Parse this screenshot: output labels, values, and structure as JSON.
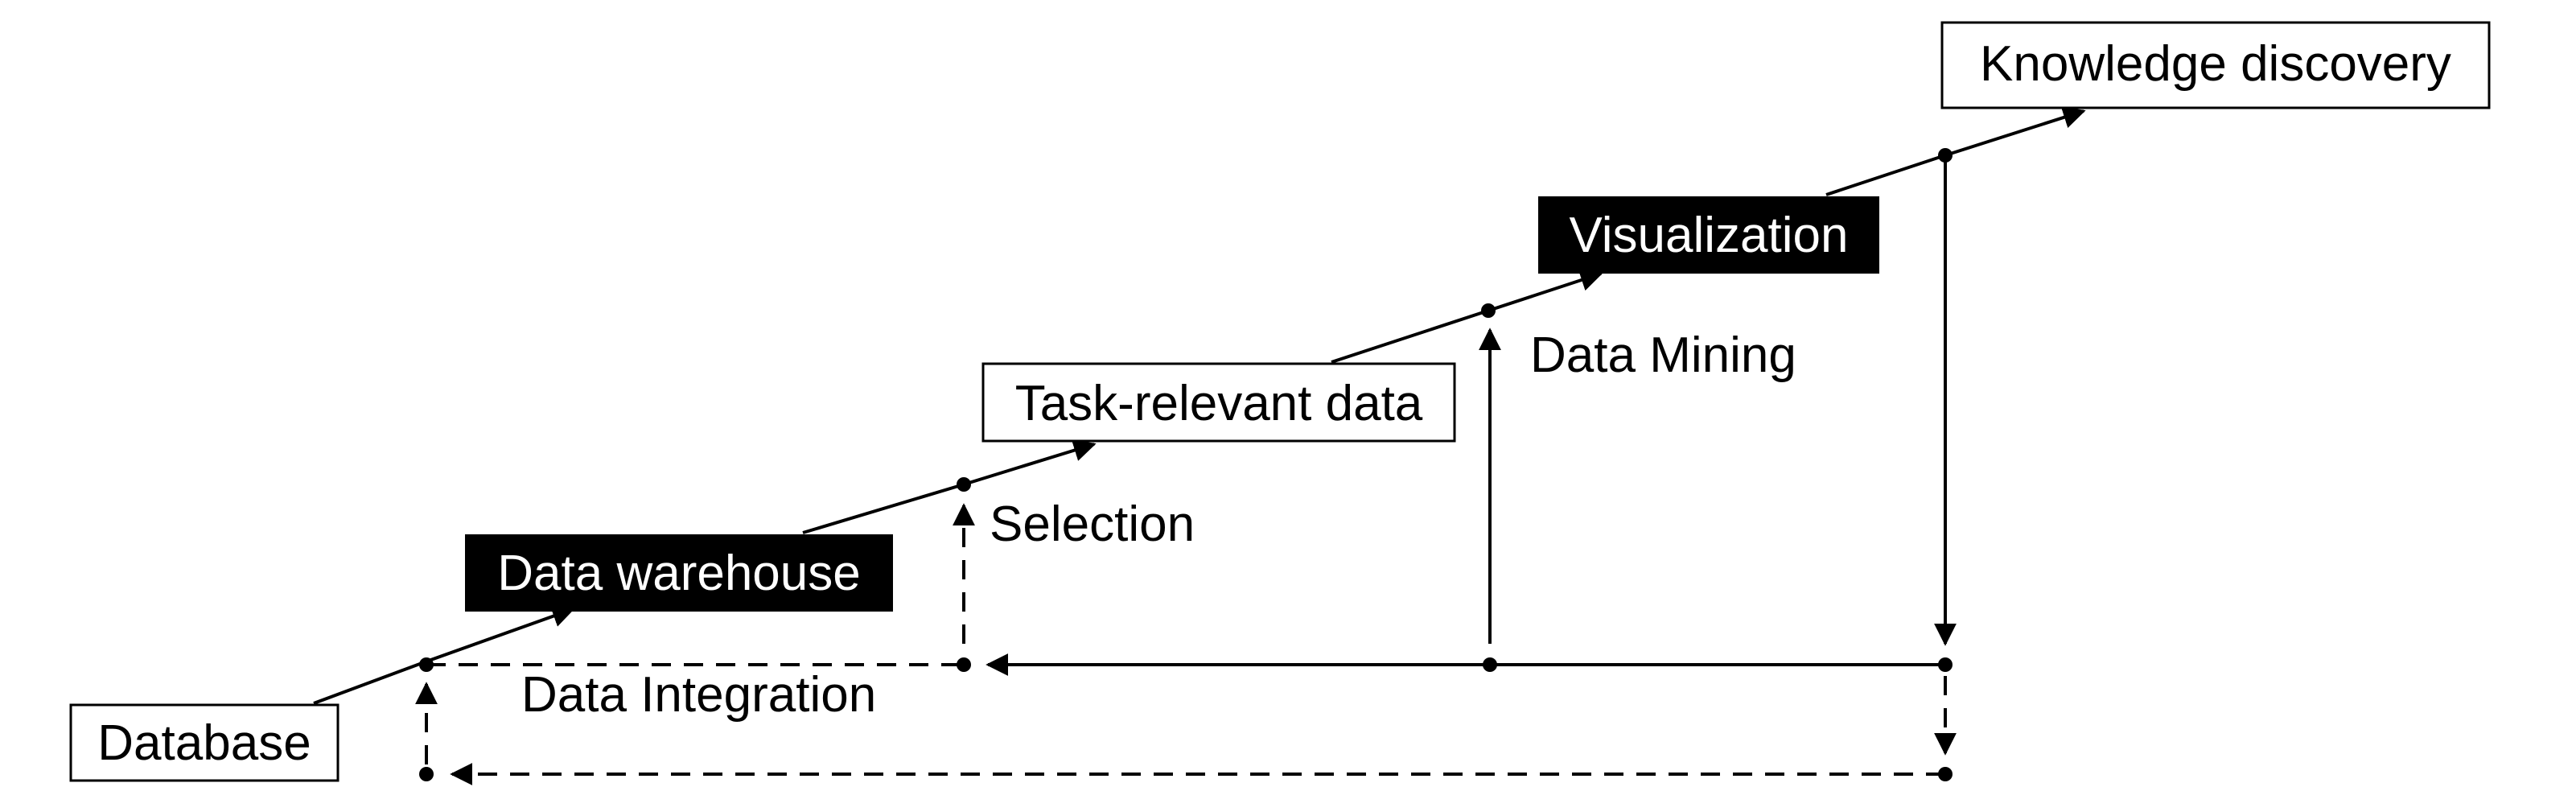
{
  "nodes": {
    "database": "Database",
    "data_warehouse": "Data warehouse",
    "task_relevant_data": "Task-relevant data",
    "visualization": "Visualization",
    "knowledge_discovery": "Knowledge discovery"
  },
  "steps": {
    "data_integration": "Data Integration",
    "selection": "Selection",
    "data_mining": "Data Mining"
  },
  "colors": {
    "ink": "#000000",
    "background": "#ffffff"
  }
}
